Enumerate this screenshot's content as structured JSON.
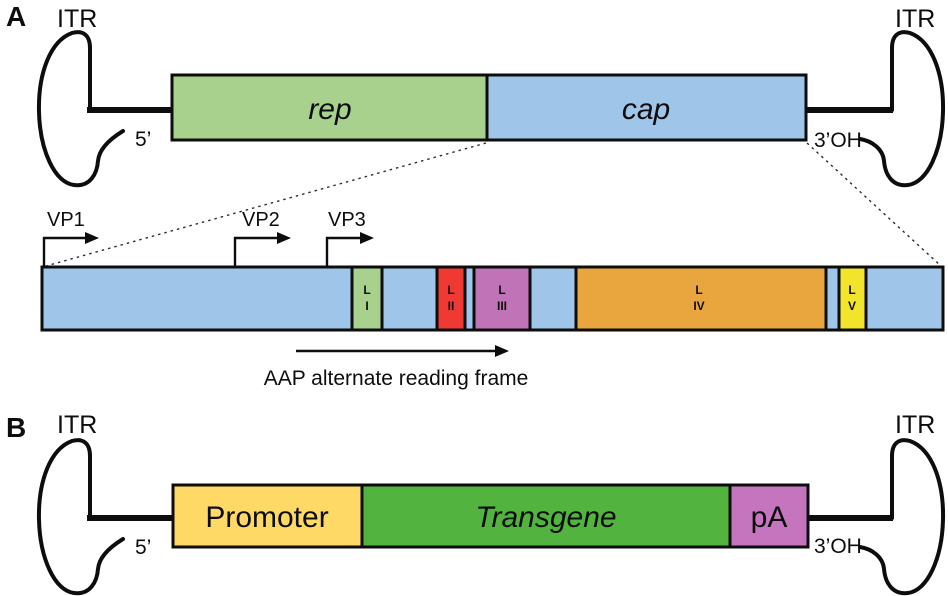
{
  "figure": {
    "description": "AAV genome schematic diagram"
  },
  "panel_a": {
    "label": "A",
    "itr_left_label": "ITR",
    "itr_right_label": "ITR",
    "five_prime_label": "5’",
    "three_prime_label": "3’OH",
    "rep": {
      "label": "rep",
      "color": "#a9d18e"
    },
    "cap": {
      "label": "cap",
      "color": "#9fc5e8"
    },
    "vp_starts": [
      {
        "label": "VP1"
      },
      {
        "label": "VP2"
      },
      {
        "label": "VP3"
      }
    ],
    "cap_detail": {
      "backbone_color": "#9fc5e8",
      "loops": [
        {
          "line1": "L",
          "line2": "I",
          "color": "#a9d18e",
          "text_color": "#2f4d22"
        },
        {
          "line1": "L",
          "line2": "II",
          "color": "#ee3a33",
          "text_color": "#5c1014"
        },
        {
          "line1": "L",
          "line2": "III",
          "color": "#c173b7",
          "text_color": "#44204e"
        },
        {
          "line1": "L",
          "line2": "IV",
          "color": "#e9a63f",
          "text_color": "#3f3a2e"
        },
        {
          "line1": "L",
          "line2": "V",
          "color": "#f2e32b",
          "text_color": "#33351a"
        }
      ]
    },
    "aap_label": "AAP alternate reading frame"
  },
  "panel_b": {
    "label": "B",
    "itr_left_label": "ITR",
    "itr_right_label": "ITR",
    "five_prime_label": "5’",
    "three_prime_label": "3’OH",
    "elements": [
      {
        "label": "Promoter",
        "color": "#ffd966"
      },
      {
        "label": "Transgene",
        "color": "#52b43f"
      },
      {
        "label": "pA",
        "color": "#c475bd"
      }
    ]
  }
}
